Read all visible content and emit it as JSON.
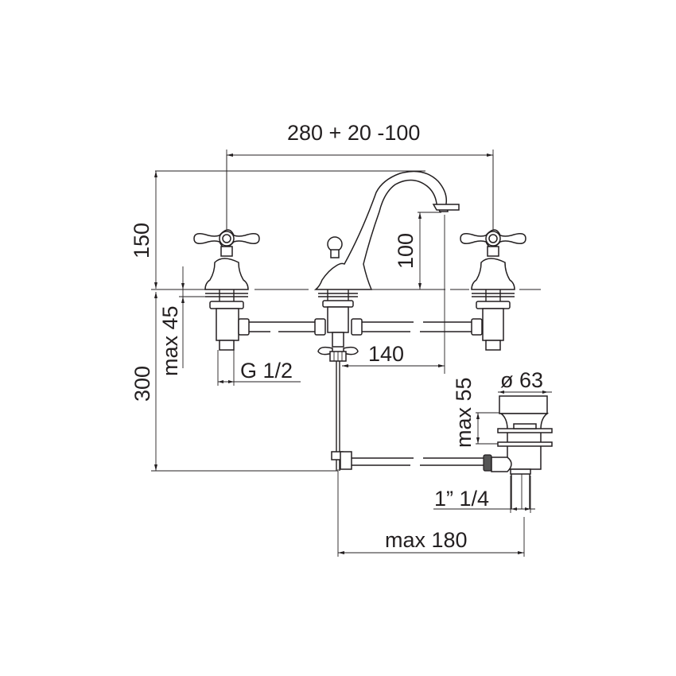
{
  "drawing": {
    "title": "Three-hole basin mixer technical drawing",
    "colors": {
      "line": "#231f20",
      "background": "#ffffff"
    },
    "dimensions": {
      "top_width": "280 + 20 -100",
      "height_150": "150",
      "spout_height": "100",
      "max_45": "max 45",
      "height_300": "300",
      "thread_g": "G 1/2",
      "offset_140": "140",
      "max_55": "max 55",
      "diameter_63": "ø 63",
      "waste_thread": "1” 1/4",
      "max_180": "max 180"
    },
    "components": [
      "left-cross-handle-valve",
      "center-spout-with-popup-knob",
      "right-cross-handle-valve",
      "popup-waste-rod",
      "basin-waste-outlet"
    ]
  }
}
